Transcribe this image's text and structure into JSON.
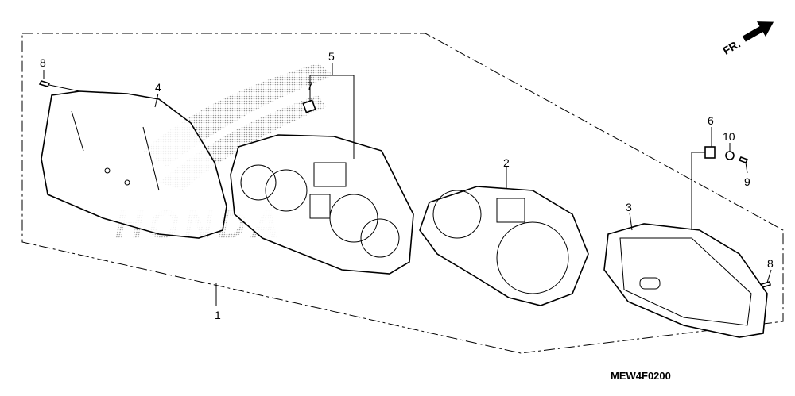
{
  "diagram": {
    "callouts": [
      "1",
      "2",
      "3",
      "4",
      "5",
      "6",
      "7",
      "8",
      "8",
      "9",
      "10"
    ],
    "direction_label": "FR.",
    "diagram_code": "MEW4F0200",
    "watermark_text": "HONDA"
  }
}
